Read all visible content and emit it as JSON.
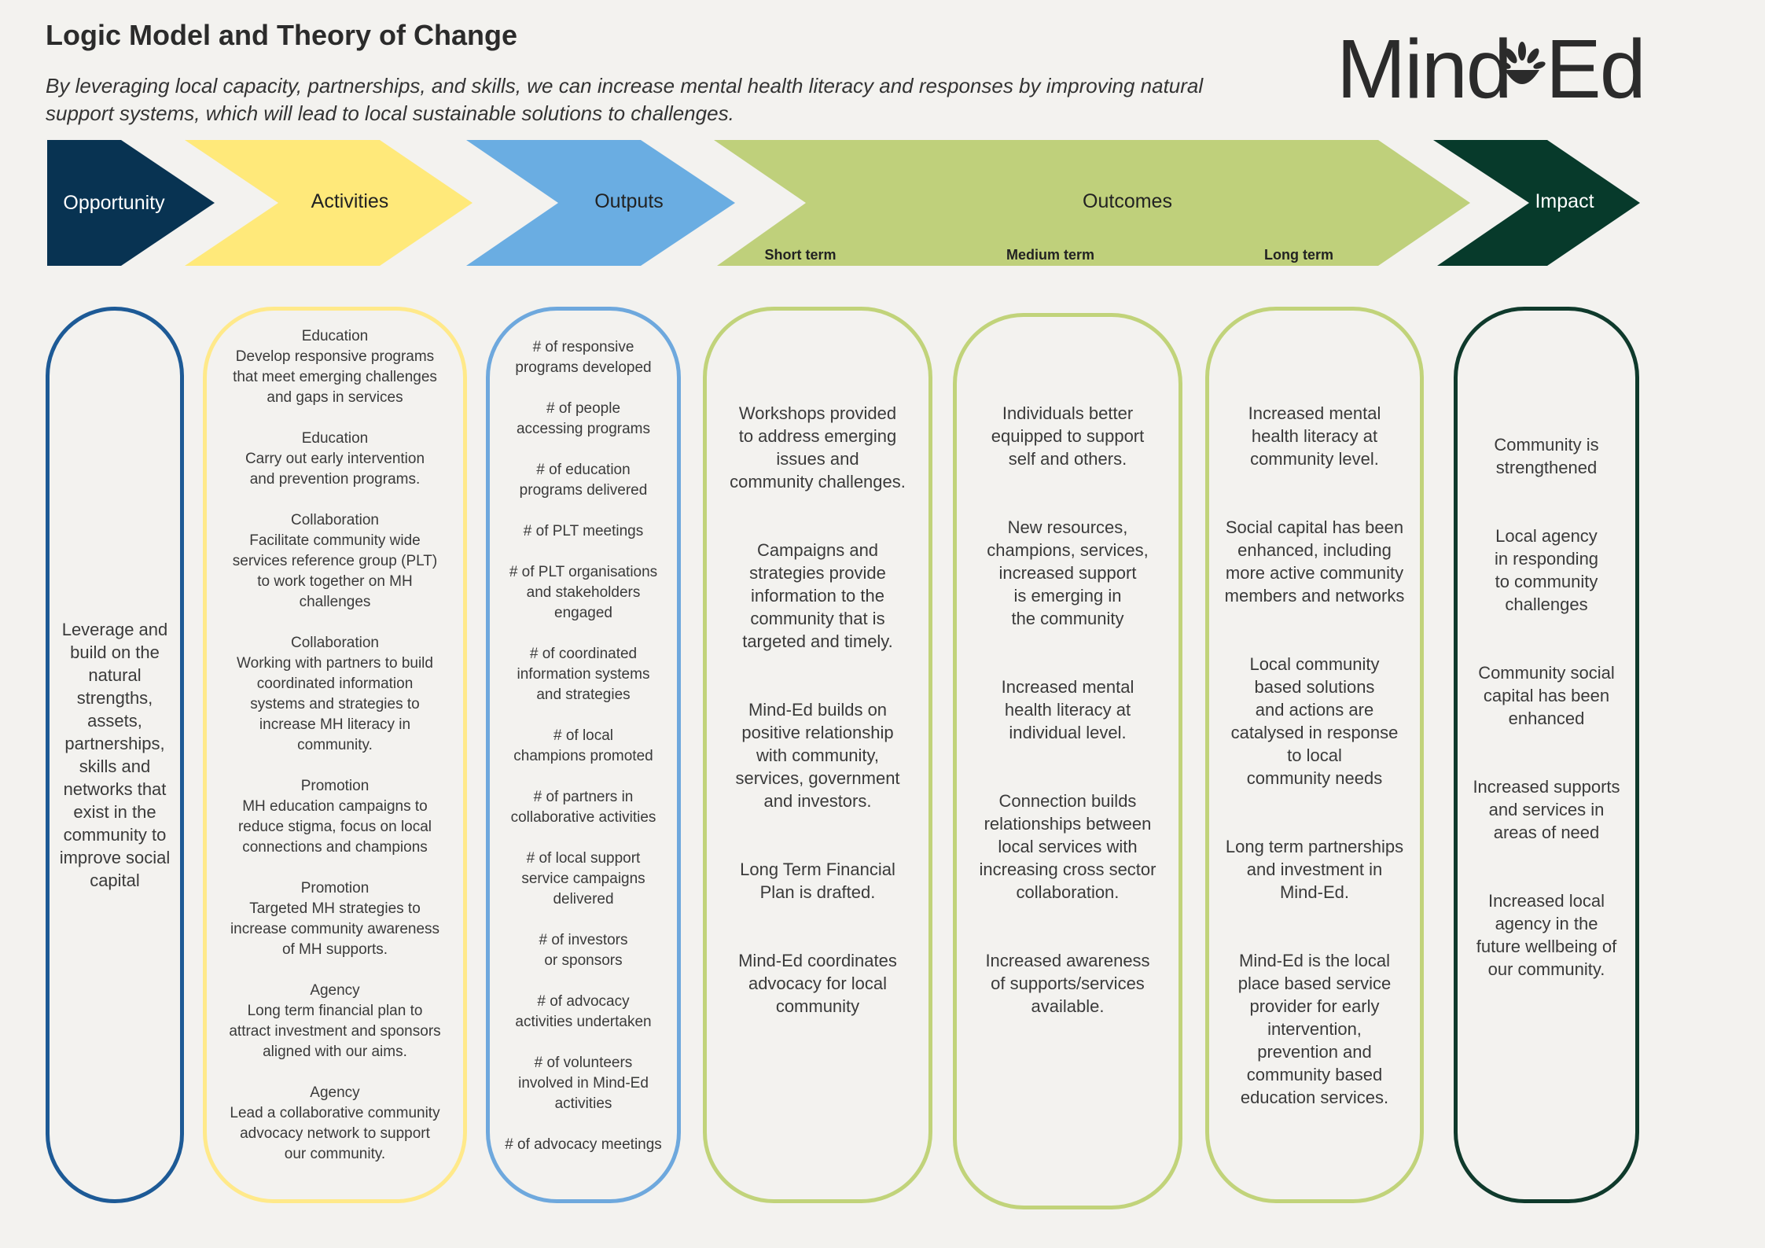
{
  "header": {
    "title": "Logic Model and Theory of Change",
    "subtitle": "By leveraging local capacity, partnerships, and skills, we can increase mental health literacy and responses by improving natural support systems, which will lead to local sustainable solutions to challenges.",
    "logo_text": "Mind-Ed"
  },
  "colors": {
    "opportunity": "#083352",
    "activities": "#ffe97a",
    "outputs": "#6aade2",
    "outcomes": "#bfd07b",
    "impact": "#073a2b"
  },
  "stages": {
    "opportunity": "Opportunity",
    "activities": "Activities",
    "outputs": "Outputs",
    "outcomes": "Outcomes",
    "impact": "Impact"
  },
  "terms": {
    "short": "Short term",
    "medium": "Medium term",
    "long": "Long term"
  },
  "opportunity": {
    "text": "Leverage and\nbuild on the\nnatural\nstrengths,\nassets,\npartnerships,\nskills and\nnetworks that\nexist in the\ncommunity to\nimprove social\ncapital"
  },
  "activities": [
    {
      "category": "Education",
      "text": "Develop responsive programs\nthat meet emerging challenges\nand gaps in services"
    },
    {
      "category": "Education",
      "text": "Carry out early intervention\nand prevention programs."
    },
    {
      "category": "Collaboration",
      "text": "Facilitate community wide\nservices reference group (PLT)\nto work  together on MH\nchallenges"
    },
    {
      "category": "Collaboration",
      "text": "Working with partners to build\ncoordinated information\nsystems and strategies to\nincrease MH literacy in\ncommunity."
    },
    {
      "category": "Promotion",
      "text": "MH education campaigns to\nreduce stigma, focus on local\nconnections and champions"
    },
    {
      "category": "Promotion",
      "text": "Targeted MH strategies to\nincrease community awareness\nof MH supports."
    },
    {
      "category": "Agency",
      "text": "Long term financial plan to\nattract investment and sponsors\naligned with our aims."
    },
    {
      "category": "Agency",
      "text": "Lead a collaborative community\nadvocacy network to support\nour community."
    }
  ],
  "outputs": [
    "# of responsive\nprograms developed",
    "# of people\naccessing programs",
    "# of education\nprograms delivered",
    "# of PLT meetings",
    "# of PLT organisations\nand stakeholders\nengaged",
    "# of coordinated\ninformation systems\nand strategies",
    "# of local\nchampions promoted",
    "# of partners in\ncollaborative activities",
    "# of local support\nservice campaigns\ndelivered",
    "# of investors\nor sponsors",
    "# of advocacy\nactivities undertaken",
    "# of volunteers\ninvolved in Mind-Ed\nactivities",
    "# of advocacy meetings"
  ],
  "outcomes_short": [
    "Workshops provided\nto address emerging\nissues and\ncommunity challenges.",
    "Campaigns and\nstrategies provide\ninformation to the\ncommunity that is\ntargeted and timely.",
    "Mind-Ed builds on\npositive relationship\nwith community,\nservices, government\nand investors.",
    "Long Term Financial\nPlan is drafted.",
    "Mind-Ed coordinates\nadvocacy for local\ncommunity"
  ],
  "outcomes_medium": [
    "Individuals better\nequipped to support\nself and others.",
    "New resources,\nchampions, services,\nincreased support\nis emerging in\nthe community",
    "Increased mental\nhealth literacy at\nindividual level.",
    "Connection builds\nrelationships between\nlocal services with\nincreasing cross sector\ncollaboration.",
    "Increased awareness\nof supports/services\navailable."
  ],
  "outcomes_long": [
    "Increased mental\nhealth literacy at\ncommunity level.",
    "Social capital has been\nenhanced, including\nmore active community\nmembers and networks",
    "Local community\nbased solutions\nand actions are\ncatalysed in response\nto local\ncommunity needs",
    "Long term partnerships\nand investment in\nMind-Ed.",
    "Mind-Ed is the local\nplace based service\nprovider for early\nintervention,\nprevention and\ncommunity based\neducation services."
  ],
  "impact": [
    "Community is\nstrengthened",
    "Local agency\nin responding\nto community\nchallenges",
    "Community social\ncapital has been\nenhanced",
    "Increased supports\nand services in\nareas of need",
    "Increased local\nagency in the\nfuture wellbeing of\nour community."
  ]
}
